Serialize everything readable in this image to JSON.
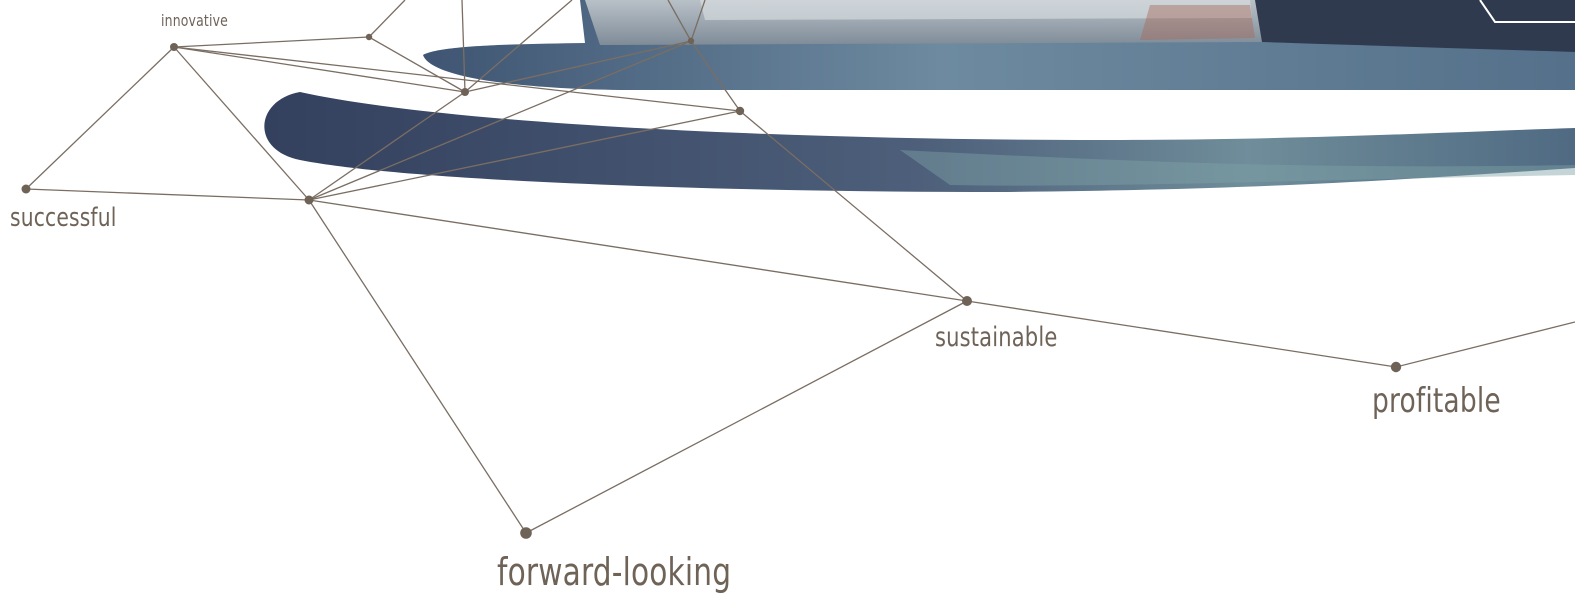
{
  "colors": {
    "line": "#7a6e63",
    "node": "#6f6358",
    "label_text": "#6f6358",
    "sea_dark": "#3a4a68",
    "sea_mid": "#5b7089",
    "sea_light": "#8aa0b0",
    "ship_hull": "#2c3548",
    "ship_deck": "#c9ced2"
  },
  "background": {
    "image_subject": "ship-on-water-photo"
  },
  "keywords": {
    "innovative": "innovative",
    "successful": "successful",
    "sustainable": "sustainable",
    "profitable": "profitable",
    "forward_looking": "forward-looking"
  }
}
